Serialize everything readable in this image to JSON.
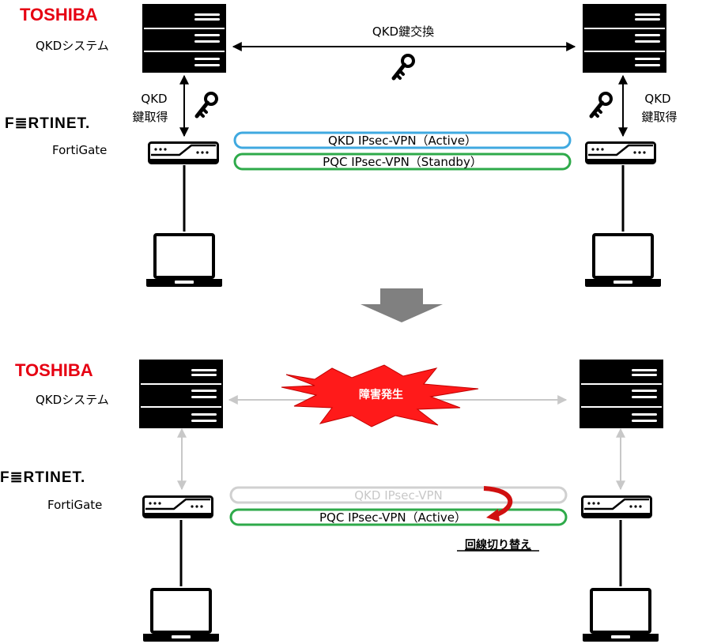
{
  "top": {
    "vendor_toshiba": "TOSHIBA",
    "vendor_fortinet": "F≣RTINET.",
    "qkd_system_label": "QKDシステム",
    "fortigate_label": "FortiGate",
    "key_exchange_label": "QKD鍵交換",
    "key_fetch_left_line1": "QKD",
    "key_fetch_left_line2": "鍵取得",
    "key_fetch_right_line1": "QKD",
    "key_fetch_right_line2": "鍵取得",
    "tunnel_qkd_label": "QKD IPsec-VPN（Active）",
    "tunnel_pqc_label": "PQC IPsec-VPN（Standby）"
  },
  "bottom": {
    "vendor_toshiba": "TOSHIBA",
    "vendor_fortinet": "F≣RTINET.",
    "qkd_system_label": "QKDシステム",
    "fortigate_label": "FortiGate",
    "failure_label": "障害発生",
    "tunnel_qkd_label": "QKD IPsec-VPN",
    "tunnel_pqc_label": "PQC IPsec-VPN（Active）",
    "switch_label": "回線切り替え"
  },
  "colors": {
    "toshiba_red": "#e60012",
    "qkd_tunnel_blue": "#3fa9e0",
    "pqc_tunnel_green": "#2eaa4a",
    "inactive_gray": "#c8c8c8",
    "failure_red": "#ff1a1a",
    "transition_arrow": "#808080"
  },
  "icons": {
    "server": "qkd-server-icon",
    "router": "fortigate-router-icon",
    "laptop": "laptop-icon",
    "key": "key-icon",
    "transition": "down-arrow-icon",
    "switch": "curved-arrow-icon"
  }
}
